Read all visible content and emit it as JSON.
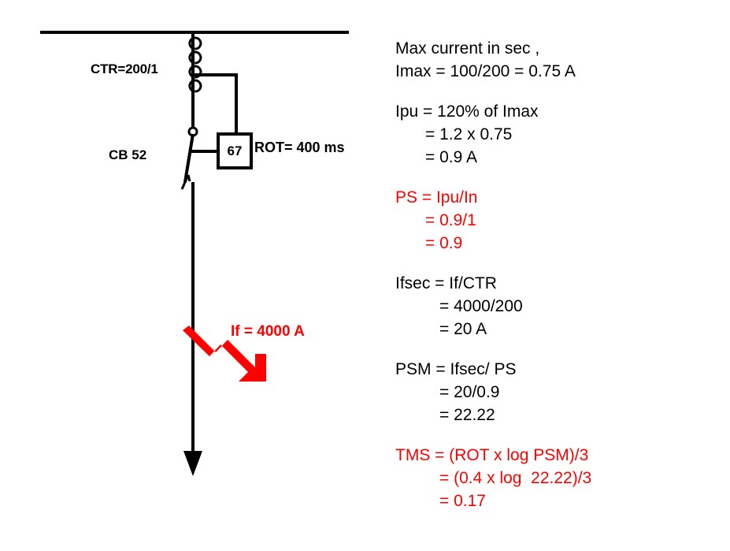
{
  "page": {
    "border_color": "#f5db4f",
    "background": "#ffffff",
    "accent_red": "#ff0000",
    "line_color": "#000000"
  },
  "diagram": {
    "title": "single-line overcurrent protection scheme",
    "busbar_label": "",
    "ct_label": "CTR=200/1",
    "breaker_label": "CB 52",
    "relay_number": "67",
    "relay_operating_time": "ROT= 400 ms",
    "fault_label": "If = 4000 A"
  },
  "calculations": [
    {
      "id": "imax",
      "color": "#000000",
      "lines": [
        {
          "text": "Max current in sec ,",
          "indent": 0
        },
        {
          "text": "Imax = 100/200 = 0.75 A",
          "indent": 0
        }
      ]
    },
    {
      "id": "ipu",
      "color": "#000000",
      "lines": [
        {
          "text": "Ipu = 120% of Imax",
          "indent": 0
        },
        {
          "text": "= 1.2 x 0.75",
          "indent": 1
        },
        {
          "text": "= 0.9 A",
          "indent": 1
        }
      ]
    },
    {
      "id": "ps",
      "color": "#ff0000",
      "lines": [
        {
          "text": "PS = Ipu/In",
          "indent": 0
        },
        {
          "text": "= 0.9/1",
          "indent": 1
        },
        {
          "text": "= 0.9",
          "indent": 1
        }
      ]
    },
    {
      "id": "ifsec",
      "color": "#000000",
      "lines": [
        {
          "text": "Ifsec = If/CTR",
          "indent": 0
        },
        {
          "text": "= 4000/200",
          "indent": 2
        },
        {
          "text": "= 20 A",
          "indent": 2
        }
      ]
    },
    {
      "id": "psm",
      "color": "#000000",
      "lines": [
        {
          "text": "PSM = Ifsec/ PS",
          "indent": 0
        },
        {
          "text": "= 20/0.9",
          "indent": 2
        },
        {
          "text": "= 22.22",
          "indent": 2
        }
      ]
    },
    {
      "id": "tms",
      "color": "#ff0000",
      "lines": [
        {
          "text": "TMS = (ROT x log PSM)/3",
          "indent": 0
        },
        {
          "text": "= (0.4 x log  22.22)/3",
          "indent": 2
        },
        {
          "text": "= 0.17",
          "indent": 2
        }
      ]
    }
  ]
}
